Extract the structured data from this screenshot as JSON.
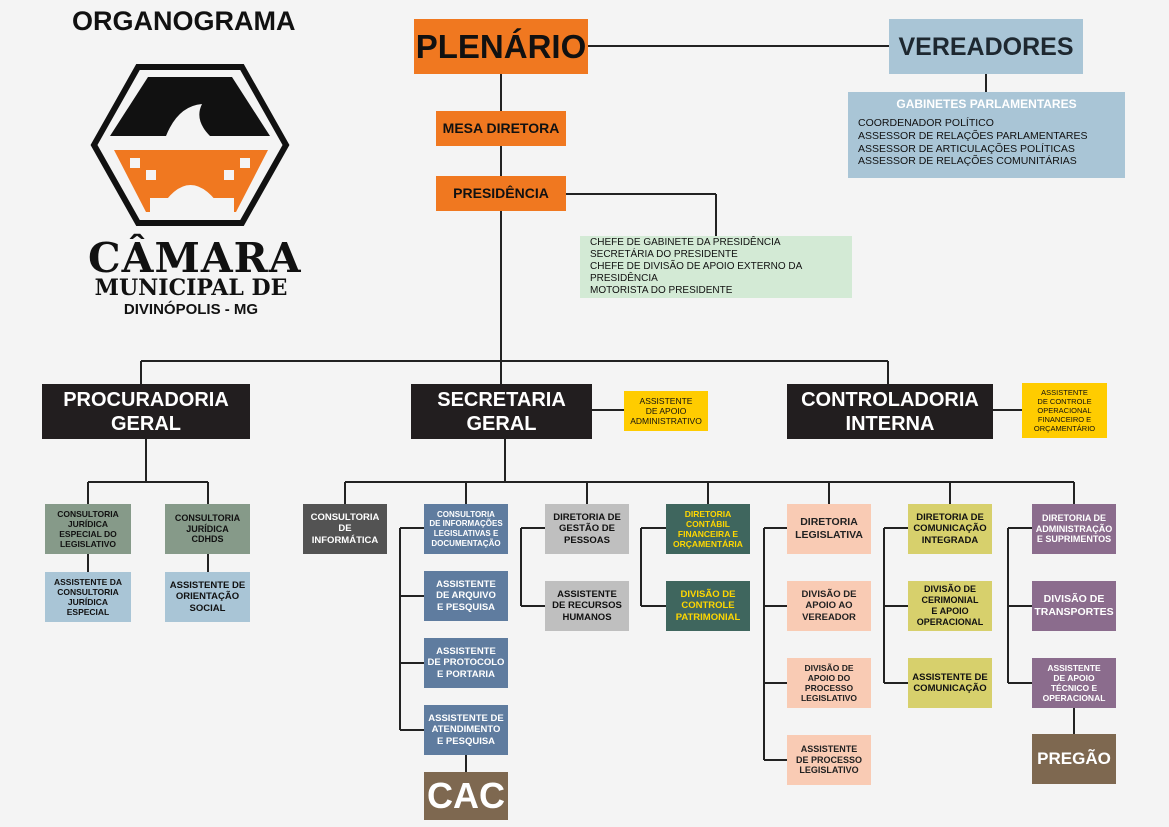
{
  "header": {
    "title": "ORGANOGRAMA"
  },
  "logo": {
    "line1": "CÂMARA",
    "line2": "MUNICIPAL DE",
    "line3": "DIVINÓPOLIS - MG"
  },
  "plenario": "PLENÁRIO",
  "vereadores": "VEREADORES",
  "gabinetes": {
    "title": "GABINETES PARLAMENTARES",
    "items": [
      "COORDENADOR POLÍTICO",
      "ASSESSOR DE RELAÇÕES PARLAMENTARES",
      "ASSESSOR DE ARTICULAÇÕES POLÍTICAS",
      "ASSESSOR DE RELAÇÕES COMUNITÁRIAS"
    ]
  },
  "mesa": "MESA DIRETORA",
  "presidencia": "PRESIDÊNCIA",
  "presidencia_staff": [
    "CHEFE DE GABINETE DA PRESIDÊNCIA",
    "SECRETÁRIA DO PRESIDENTE",
    "CHEFE DE DIVISÃO DE APOIO EXTERNO DA PRESIDÊNCIA",
    "MOTORISTA DO PRESIDENTE"
  ],
  "procuradoria": [
    "PROCURADORIA",
    "GERAL"
  ],
  "secretaria": [
    "SECRETARIA",
    "GERAL"
  ],
  "controladoria": [
    "CONTROLADORIA",
    "INTERNA"
  ],
  "assist_admin": [
    "ASSISTENTE",
    "DE APOIO",
    "ADMINISTRATIVO"
  ],
  "assist_controle": [
    "Assistente",
    "de Controle",
    "Operacional",
    "Financeiro e",
    "Orçamentário"
  ],
  "proc": {
    "consult_leg": [
      "CONSULTORIA",
      "JURÍDICA",
      "ESPECIAL DO",
      "LEGISLATIVO"
    ],
    "consult_cdhds": [
      "CONSULTORIA",
      "JURÍDICA",
      "CDHDS"
    ],
    "assist_consult": [
      "ASSISTENTE DA",
      "CONSULTORIA",
      "JURÍDICA",
      "ESPECIAL"
    ],
    "assist_orient": [
      "ASSISTENTE DE",
      "ORIENTAÇÃO",
      "SOCIAL"
    ]
  },
  "sec": {
    "informatica": [
      "CONSULTORIA",
      "DE",
      "INFORMÁTICA"
    ],
    "cild": [
      "CONSULTORIA",
      "DE INFORMAÇÕES",
      "LEGISLATIVAS E",
      "DOCUMENTAÇÃO"
    ],
    "arquivo": [
      "ASSISTENTE",
      "DE ARQUIVO",
      "E PESQUISA"
    ],
    "protocolo": [
      "ASSISTENTE",
      "DE PROTOCOLO",
      "E PORTARIA"
    ],
    "atendimento": [
      "ASSISTENTE DE",
      "ATENDIMENTO",
      "E PESQUISA"
    ],
    "cac": "CAC",
    "gestao": [
      "DIRETORIA DE",
      "GESTÃO DE",
      "PESSOAS"
    ],
    "rh": [
      "ASSISTENTE",
      "DE RECURSOS",
      "HUMANOS"
    ],
    "contabil": [
      "DIRETORIA",
      "CONTÁBIL",
      "FINANCEIRA E",
      "ORÇAMENTÁRIA"
    ],
    "patrimonio": [
      "DIVISÃO DE",
      "CONTROLE",
      "PATRIMONIAL"
    ],
    "legislativa": [
      "DIRETORIA",
      "LEGISLATIVA"
    ],
    "apoio_vereador": [
      "DIVISÃO DE",
      "APOIO AO",
      "VEREADOR"
    ],
    "apoio_processo": [
      "DIVISÃO DE",
      "APOIO DO",
      "PROCESSO",
      "LEGISLATIVO"
    ],
    "assist_processo": [
      "ASSISTENTE",
      "DE PROCESSO",
      "LEGISLATIVO"
    ],
    "comunicacao": [
      "DIRETORIA DE",
      "COMUNICAÇÃO",
      "INTEGRADA"
    ],
    "cerimonial": [
      "DIVISÃO DE",
      "CERIMONIAL",
      "E APOIO",
      "OPERACIONAL"
    ],
    "assist_comunic": [
      "ASSISTENTE DE",
      "COMUNICAÇÃO"
    ],
    "administracao": [
      "DIRETORIA DE",
      "ADMINISTRAÇÃO",
      "E SUPRIMENTOS"
    ],
    "transportes": [
      "DIVISÃO DE",
      "TRANSPORTES"
    ],
    "assist_tecnico": [
      "ASSISTENTE",
      "DE APOIO",
      "TÉCNICO E",
      "OPERACIONAL"
    ],
    "pregao": "PREGÃO"
  },
  "colors": {
    "orange": "#f07820",
    "black": "#221e1f",
    "blue": "#a9c5d6",
    "yellow": "#ffcc00"
  }
}
